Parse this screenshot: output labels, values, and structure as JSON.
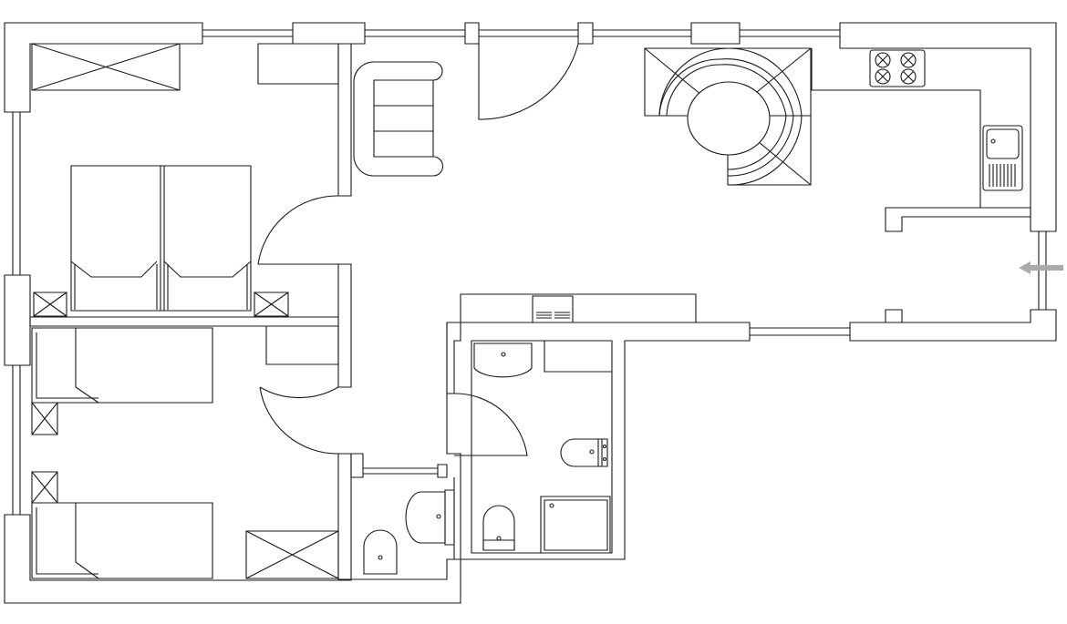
{
  "plan": {
    "background": "#ffffff",
    "line_color": "#1a1a1a",
    "entrance_arrow_color": "#aaaaaa",
    "rooms": [
      "double-bedroom",
      "twin-bedroom",
      "wc",
      "bathroom",
      "living-room",
      "kitchen",
      "hallway",
      "entrance"
    ],
    "furniture": [
      "double-bed",
      "single-bed",
      "single-bed",
      "wardrobe",
      "wardrobe",
      "wardrobe",
      "sofa",
      "round-dining-table",
      "corner-bench",
      "hob",
      "sink",
      "shower",
      "washbasin",
      "toilet",
      "bidet",
      "cabinet"
    ]
  }
}
